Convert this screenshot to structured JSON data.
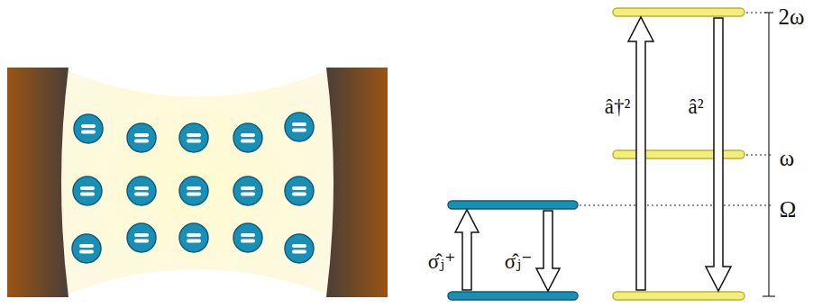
{
  "diagram": {
    "labels": [
      "2ω",
      "â†²",
      "â²",
      "ω",
      "Ω",
      "σ̂ⱼ⁺",
      "σ̂ⱼ⁻"
    ]
  }
}
